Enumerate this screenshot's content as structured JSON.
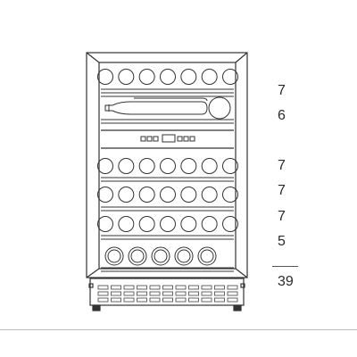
{
  "diagram": {
    "description_visible": false,
    "shelf_counts": [
      "7",
      "6",
      "7",
      "7",
      "7",
      "5"
    ],
    "total": "39",
    "colors": {
      "stroke": "#333333",
      "vent": "#555555",
      "background": "#ffffff"
    }
  }
}
